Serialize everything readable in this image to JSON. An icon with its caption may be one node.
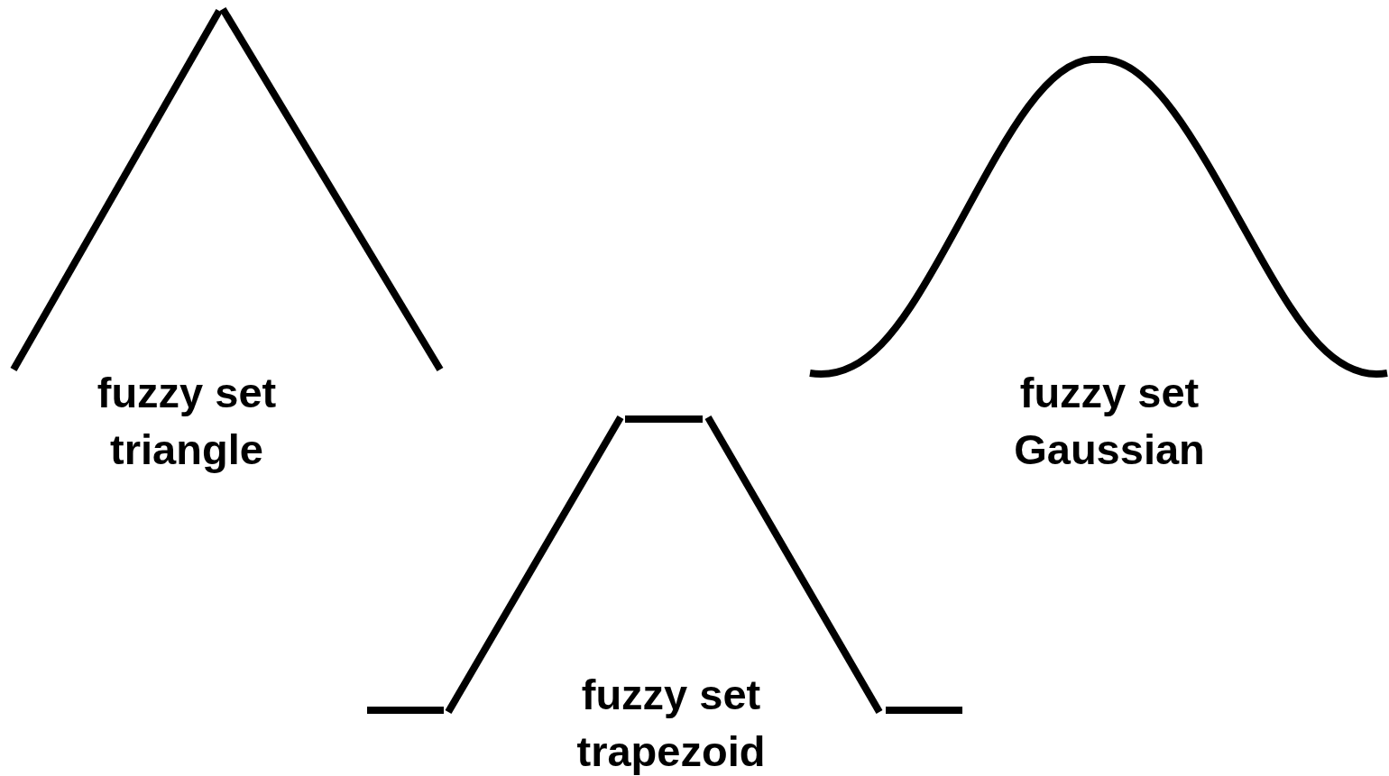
{
  "diagram": {
    "labels": [
      "fuzzy set triangle",
      "fuzzy set Gaussian",
      "fuzzy set trapezoid"
    ]
  }
}
